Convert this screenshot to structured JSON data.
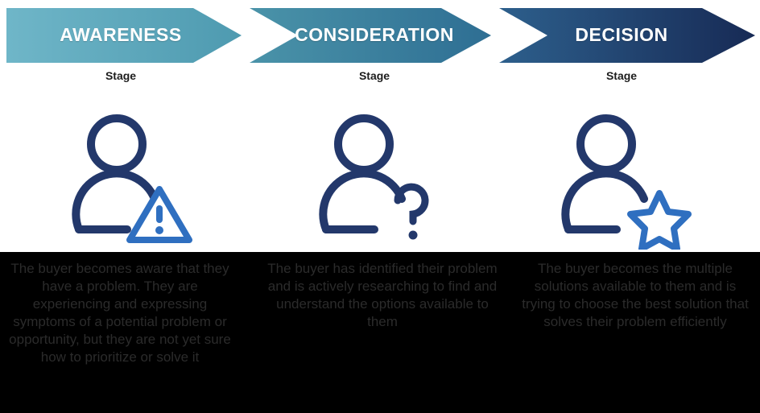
{
  "diagram": {
    "title": "Buyer Journey Stages",
    "stages": [
      {
        "name": "AWARENESS",
        "caption": "Stage",
        "icon": "person-with-warning-icon",
        "badge_icon": "warning-triangle-icon",
        "arrow_color_start": "#6cb2c4",
        "arrow_color_end": "#4f9aaf",
        "description": "The buyer becomes aware that they have a problem. They are experiencing and expressing symptoms of a potential problem or opportunity, but they are not yet sure how to prioritize or solve it"
      },
      {
        "name": "CONSIDERATION",
        "caption": "Stage",
        "icon": "person-with-question-icon",
        "badge_icon": "question-mark-icon",
        "arrow_color_start": "#4389a3",
        "arrow_color_end": "#2f6f93",
        "description": "The buyer has identified their problem and is actively researching to find and understand the options available to them"
      },
      {
        "name": "DECISION",
        "caption": "Stage",
        "icon": "person-with-star-icon",
        "badge_icon": "star-icon",
        "arrow_color_start": "#2c5d8a",
        "arrow_color_end": "#1b2f5e",
        "description": "The buyer becomes the multiple solutions available to them and is trying to choose the best solution that solves their problem efficiently"
      }
    ],
    "colors": {
      "icon_stroke": "#23386b",
      "badge_stroke": "#2f6fc0",
      "panel_background": "#000000",
      "panel_text": "#2b2b2b",
      "label_text": "#ffffff"
    }
  }
}
